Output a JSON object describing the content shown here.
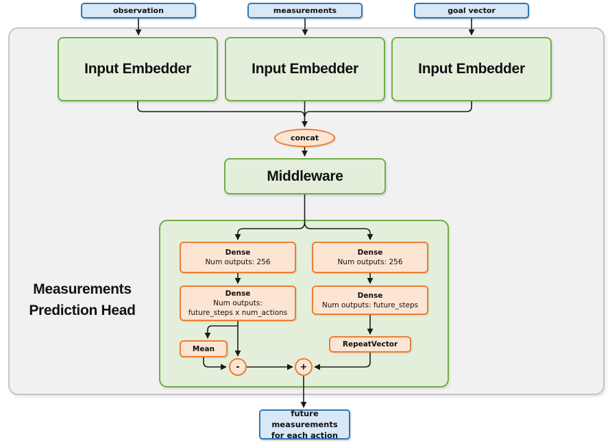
{
  "diagram": {
    "inputs": [
      {
        "label": "observation"
      },
      {
        "label": "measurements"
      },
      {
        "label": "goal vector"
      }
    ],
    "embedders": [
      {
        "label": "Input Embedder"
      },
      {
        "label": "Input Embedder"
      },
      {
        "label": "Input Embedder"
      }
    ],
    "concat_label": "concat",
    "middleware_label": "Middleware",
    "head": {
      "title_line1": "Measurements",
      "title_line2": "Prediction Head",
      "left_branch": {
        "dense1": {
          "title": "Dense",
          "subtitle": "Num outputs: 256"
        },
        "dense2": {
          "title": "Dense",
          "subtitle": "Num outputs:",
          "subtitle2": "future_steps x num_actions"
        },
        "mean_label": "Mean",
        "minus_label": "-"
      },
      "right_branch": {
        "dense1": {
          "title": "Dense",
          "subtitle": "Num outputs: 256"
        },
        "dense2": {
          "title": "Dense",
          "subtitle": "Num outputs: future_steps"
        },
        "repeat_label": "RepeatVector",
        "plus_label": "+"
      }
    },
    "output": {
      "line1": "future measurements",
      "line2": "for each action"
    },
    "colors": {
      "blue_border": "#2e75b6",
      "blue_fill": "#d9e8f6",
      "green_border": "#70ad47",
      "green_fill": "#e3efdb",
      "orange_border": "#ed7d31",
      "orange_fill": "#fce5d3",
      "gray_fill": "#f1f1f2",
      "gray_border": "#c3c4c8",
      "line": "#1a1a1a"
    }
  }
}
